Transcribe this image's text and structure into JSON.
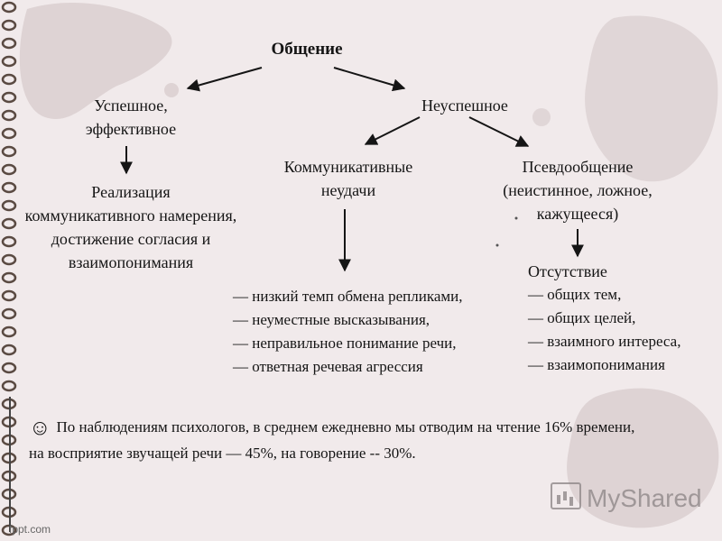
{
  "diagram": {
    "root": "Общение",
    "successful": [
      "Успешное,",
      "эффективное"
    ],
    "unsuccessful": "Неуспешное",
    "realization": [
      "Реализация",
      "коммуникативного намерения,",
      "достижение согласия и",
      "взаимопонимания"
    ],
    "comm_failures": [
      "Коммуникативные",
      "неудачи"
    ],
    "pseudo": [
      "Псевдообщение",
      "(неистинное, ложное,",
      "кажущееся)"
    ],
    "failures_list": [
      "— низкий темп обмена репликами,",
      "— неуместные высказывания,",
      "— неправильное понимание речи,",
      "— ответная речевая агрессия"
    ],
    "absence_title": "Отсутствие",
    "absence_list": [
      "— общих тем,",
      "— общих целей,",
      "— взаимного интереса,",
      "— взаимопонимания"
    ]
  },
  "note": {
    "icon": "smiley-icon",
    "line1": "По наблюдениям психологов, в среднем ежедневно мы отводим на чтение 16% времени,",
    "line2": "на восприятие звучащей речи — 45%, на говорение -- 30%."
  },
  "footer": "fppt.com",
  "watermark": "MyShared"
}
